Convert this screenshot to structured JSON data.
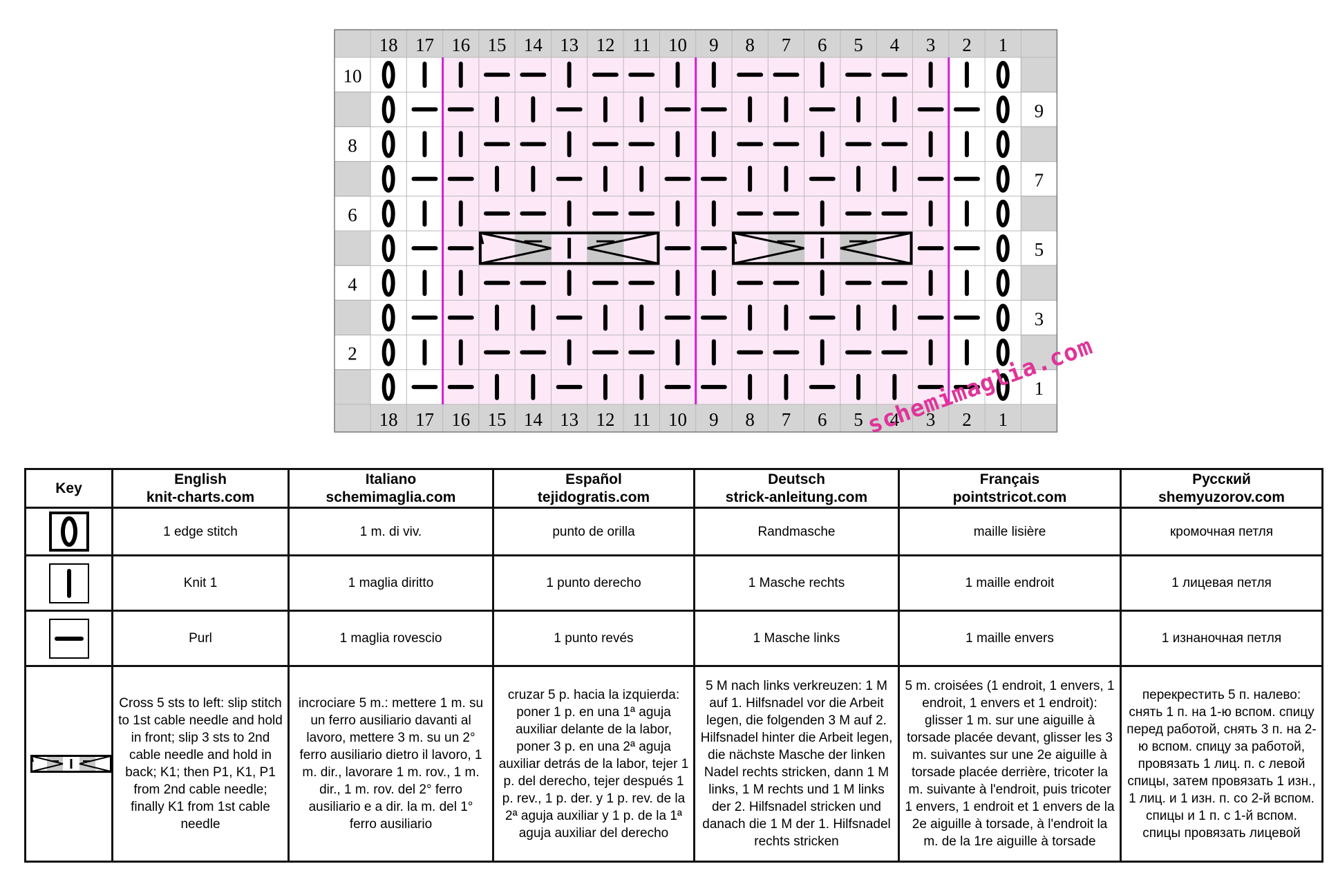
{
  "chart_data": {
    "type": "knitting-chart",
    "columns": 18,
    "rows": 10,
    "column_numbers": [
      "18",
      "17",
      "16",
      "15",
      "14",
      "13",
      "12",
      "11",
      "10",
      "9",
      "8",
      "7",
      "6",
      "5",
      "4",
      "3",
      "2",
      "1"
    ],
    "left_row_labels": [
      "10",
      "",
      "8",
      "",
      "6",
      "",
      "4",
      "",
      "2",
      ""
    ],
    "right_row_labels": [
      "",
      "9",
      "",
      "7",
      "",
      "5",
      "",
      "3",
      "",
      "1"
    ],
    "grid": [
      "EKKPPKPPKKPPKPPKKE",
      "EPPKKPKKPPKKPKKPPE",
      "EKKPPKPPKKPPKPPKKE",
      "EPPKKPKKPPKKPKKPPE",
      "EKKPPKPPKKPPKPPKKE",
      "EPP.....PP.....PPE",
      "EKKPPKPPKKPPKPPKKE",
      "EPPKKPKKPPKKPKKPPE",
      "EKKPPKPPKKPPKPPKKE",
      "EPPKKPKKPPKKPKKPPE"
    ],
    "cables": [
      {
        "row": 5,
        "from_col": 15,
        "to_col": 11,
        "symbol": "cross-5-left"
      },
      {
        "row": 5,
        "from_col": 8,
        "to_col": 4,
        "symbol": "cross-5-left"
      }
    ],
    "repeat_markers_after_columns": [
      16,
      9,
      2
    ],
    "colors": {
      "repeat_fill": "#fde8f8",
      "repeat_line": "#d21fd0",
      "header_fill": "#d4d4d4",
      "cable_shade": "#c8c8c8"
    }
  },
  "watermark": "schemimaglia.com",
  "key_table": {
    "headers": [
      {
        "name": "Key",
        "site": ""
      },
      {
        "name": "English",
        "site": "knit-charts.com"
      },
      {
        "name": "Italiano",
        "site": "schemimaglia.com"
      },
      {
        "name": "Español",
        "site": "tejidogratis.com"
      },
      {
        "name": "Deutsch",
        "site": "strick-anleitung.com"
      },
      {
        "name": "Français",
        "site": "pointstricot.com"
      },
      {
        "name": "Русский",
        "site": "shemyuzorov.com"
      }
    ],
    "rows": [
      {
        "symbol": "edge-stitch-icon",
        "texts": [
          "1 edge stitch",
          "1 m. di viv.",
          "punto de orilla",
          "Randmasche",
          "maille lisière",
          "кромочная петля"
        ]
      },
      {
        "symbol": "knit-icon",
        "texts": [
          "Knit 1",
          "1 maglia diritto",
          "1 punto derecho",
          "1 Masche rechts",
          "1 maille endroit",
          "1 лицевая петля"
        ]
      },
      {
        "symbol": "purl-icon",
        "texts": [
          "Purl",
          "1 maglia rovescio",
          "1 punto revés",
          "1 Masche links",
          "1 maille envers",
          "1 изнаночная петля"
        ]
      },
      {
        "symbol": "cable-cross-icon",
        "texts": [
          "Cross 5 sts to left: slip stitch to 1st cable needle and hold in front; slip 3 sts to 2nd cable needle and hold in back; K1; then P1, K1, P1 from 2nd cable needle; finally K1 from 1st cable needle",
          "incrociare 5 m.: mettere 1 m. su un ferro ausiliario davanti al lavoro, mettere 3 m. su un 2° ferro ausiliario dietro il lavoro, 1 m. dir., lavorare 1 m. rov., 1 m. dir., 1 m. rov. del 2° ferro ausiliario e a dir. la m. del 1° ferro ausiliario",
          "cruzar 5 p. hacia la izquierda: poner 1 p. en una 1ª aguja auxiliar delante de la labor, poner 3 p. en una 2ª aguja auxiliar detrás de la labor, tejer 1 p. del derecho, tejer después 1 p. rev., 1 p. der. y 1 p. rev. de la 2ª aguja auxiliar y 1 p. de la 1ª aguja auxiliar del derecho",
          "5 M nach links verkreuzen: 1 M auf 1. Hilfsnadel vor die Arbeit legen, die folgenden 3 M auf 2. Hilfsnadel hinter die Arbeit legen, die nächste Masche der linken Nadel rechts stricken, dann 1 M links, 1 M rechts und 1 M links der 2. Hilfsnadel stricken und danach die 1 M der 1. Hilfsnadel rechts stricken",
          "5 m. croisées (1 endroit, 1 envers, 1 endroit, 1 envers et 1 endroit): glisser 1 m. sur une aiguille à torsade placée devant, glisser les 3 m. suivantes sur une 2e aiguille à torsade placée derrière, tricoter la m. suivante à l'endroit, puis tricoter 1 envers, 1 endroit et 1 envers de la 2e aiguille à torsade, à l'endroit la m. de la 1re aiguille à torsade",
          "перекрестить 5 п. налево: снять 1 п. на 1-ю вспом. спицу перед работой, снять 3 п. на 2-ю вспом. спицу за работой,  провязать 1 лиц. п. с левой спицы, затем провязать 1 изн., 1 лиц. и 1 изн. п. со 2-й вспом. спицы и 1 п. с 1-й вспом. спицы провязать лицевой"
        ]
      }
    ]
  }
}
